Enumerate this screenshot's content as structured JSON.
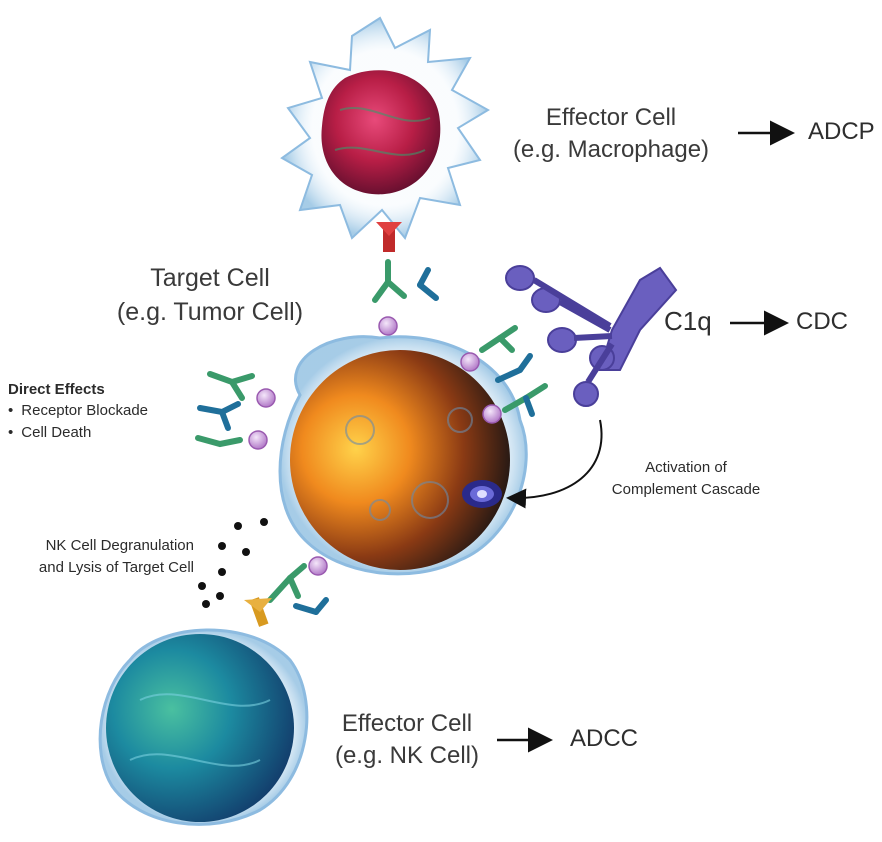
{
  "macrophage": {
    "title": "Effector Cell",
    "sub": "(e.g. Macrophage)",
    "result": "ADCP"
  },
  "target": {
    "title": "Target Cell",
    "sub": "(e.g. Tumor Cell)"
  },
  "complement": {
    "protein": "C1q",
    "result": "CDC",
    "activation_line1": "Activation of",
    "activation_line2": "Complement Cascade"
  },
  "direct": {
    "title": "Direct Effects",
    "items": [
      "Receptor Blockade",
      "Cell Death"
    ]
  },
  "nk_lysis": {
    "line1": "NK Cell Degranulation",
    "line2": "and Lysis of Target Cell"
  },
  "nk": {
    "title": "Effector Cell",
    "sub": "(e.g. NK Cell)",
    "result": "ADCC"
  },
  "colors": {
    "antibody_green": "#3a9a6a",
    "antibody_blue": "#1f6f9a",
    "antigen": "#c89ad8",
    "c1q": "#6a5fbf",
    "macrophage_nucleus": "#c0244a",
    "tumor_orange": "#e07a20",
    "nk_teal": "#1f8a8a",
    "receptor_red": "#c02a2a",
    "receptor_gold": "#d89a20"
  }
}
